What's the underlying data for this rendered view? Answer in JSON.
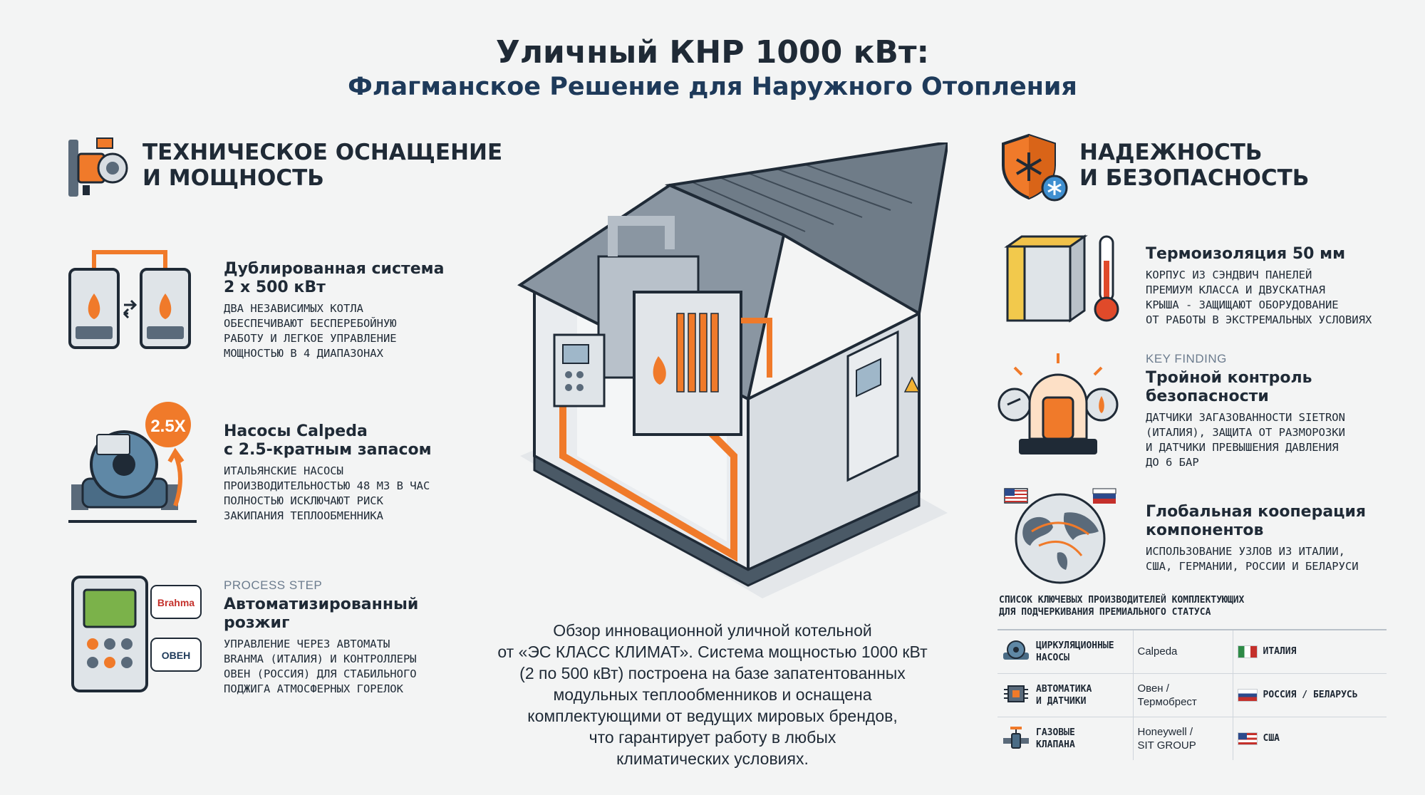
{
  "title": {
    "line1": "Уличный КНР 1000 кВт:",
    "line2": "Флагманское Решение для Наружного Отопления"
  },
  "left_section": {
    "heading_line1": "ТЕХНИЧЕСКОЕ ОСНАЩЕНИЕ",
    "heading_line2": "И МОЩНОСТЬ",
    "icon": "burner-icon",
    "items": [
      {
        "kicker": "",
        "head_line1": "Дублированная система",
        "head_line2": "2 х 500 кВт",
        "icon": "dual-boiler-icon",
        "body": [
          "два независимых котла",
          "обеспечивают бесперебойную",
          "работу и легкое управление",
          "мощностью в 4 диапазонах"
        ]
      },
      {
        "kicker": "",
        "head_line1": "Насосы Calpeda",
        "head_line2": "с 2.5-кратным запасом",
        "icon": "pump-icon",
        "badge": "2.5X",
        "body": [
          "итальянские насосы",
          "производительностью 48 м3 в час",
          "полностью исключают риск",
          "закипания теплообменника"
        ]
      },
      {
        "kicker": "PROCESS STEP",
        "head_line1": "Автоматизированный",
        "head_line2": "розжиг",
        "icon": "controller-icon",
        "brand_tags": [
          "Brahma",
          "OBEH"
        ],
        "body": [
          "управление через автоматы",
          "Brahma (Италия) и контроллеры",
          "Овен (Россия) для стабильного",
          "поджига атмосферных горелок"
        ]
      }
    ]
  },
  "right_section": {
    "heading_line1": "НАДЕЖНОСТЬ",
    "heading_line2": "И БЕЗОПАСНОСТЬ",
    "icon": "shield-snowflake-icon",
    "items": [
      {
        "kicker": "",
        "head_line1": "Термоизоляция 50 мм",
        "head_line2": "",
        "icon": "insulation-thermometer-icon",
        "body": [
          "корпус из сэндвич панелей",
          "премиум класса и двускатная",
          "крыша - защищают оборудование",
          "от работы в экстремальных условиях"
        ]
      },
      {
        "kicker": "KEY FINDING",
        "head_line1": "Тройной контроль",
        "head_line2": "безопасности",
        "icon": "safety-beacon-icon",
        "body": [
          "датчики загазованности Sietron",
          "(Италия), защита от разморозки",
          "и датчики превышения давления",
          "до 6 бар"
        ]
      },
      {
        "kicker": "",
        "head_line1": "Глобальная кооперация",
        "head_line2": "компонентов",
        "icon": "globe-icon",
        "body": [
          "использование узлов из Италии,",
          "США, Германии, России и Беларуси"
        ]
      }
    ]
  },
  "center_text": [
    "Обзор инновационной уличной котельной",
    "от «ЭС КЛАСС КЛИМАТ». Система мощностью 1000 кВт",
    "(2 по 500 кВт) построена на базе запатентованных",
    "модульных теплообменников и оснащена",
    "комплектующими от ведущих мировых брендов,",
    "что гарантирует работу в любых",
    "климатических условиях."
  ],
  "components_table": {
    "caption_line1": "Список ключевых производителей комплектующих",
    "caption_line2": "для подчеркивания премиального статуса",
    "rows": [
      {
        "type_line1": "Циркуляционные",
        "type_line2": "насосы",
        "icon": "pump-small-icon",
        "maker_line1": "Calpeda",
        "maker_line2": "",
        "country": "Италия",
        "flag": "italy-flag"
      },
      {
        "type_line1": "Автоматика",
        "type_line2": "и датчики",
        "icon": "chip-icon",
        "maker_line1": "Овен /",
        "maker_line2": "Термобрест",
        "country": "Россия / Беларусь",
        "flag": "russia-flag"
      },
      {
        "type_line1": "Газовые",
        "type_line2": "клапана",
        "icon": "valve-icon",
        "maker_line1": "Honeywell /",
        "maker_line2": "SIT GROUP",
        "country": "США",
        "flag": "usa-flag"
      }
    ]
  },
  "colors": {
    "accent": "#f07a2a",
    "dark": "#1f2a36",
    "steel": "#5a6a7a",
    "panel": "#d8dde2"
  }
}
